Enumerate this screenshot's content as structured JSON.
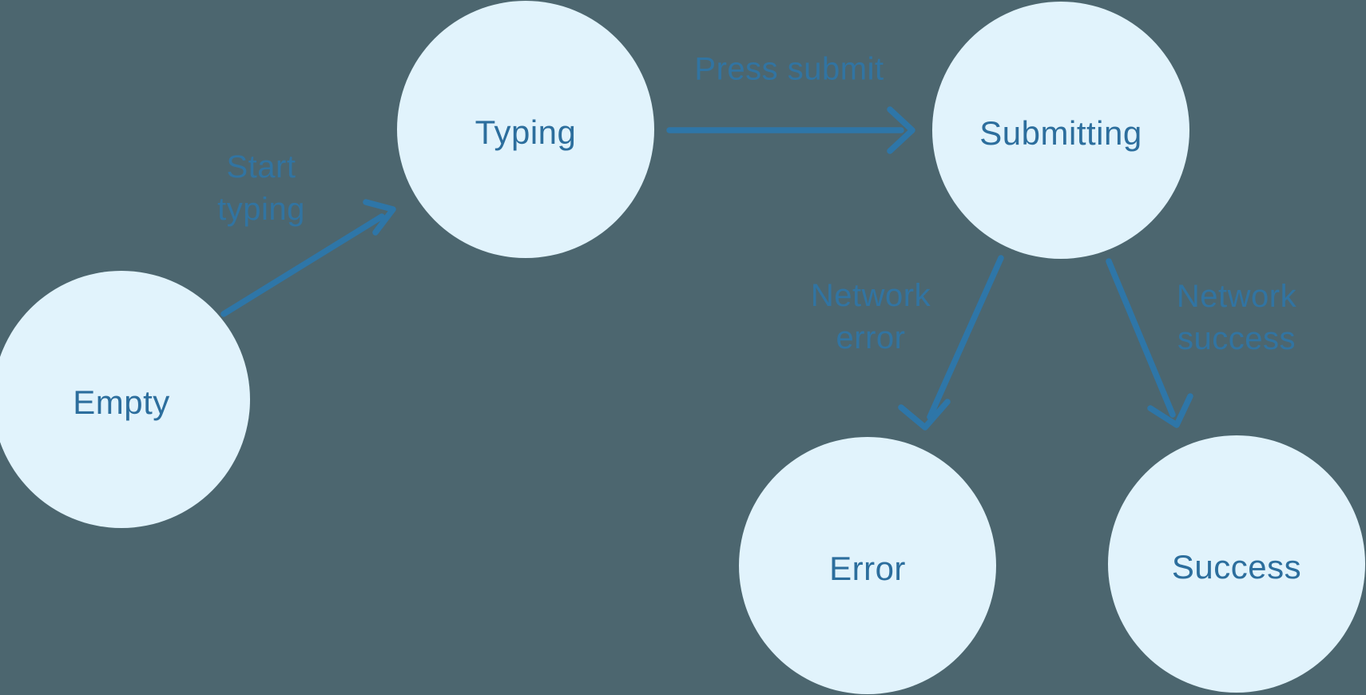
{
  "diagram": {
    "type": "state-machine",
    "nodes": [
      {
        "id": "empty",
        "label": "Empty"
      },
      {
        "id": "typing",
        "label": "Typing"
      },
      {
        "id": "submitting",
        "label": "Submitting"
      },
      {
        "id": "error",
        "label": "Error"
      },
      {
        "id": "success",
        "label": "Success"
      }
    ],
    "edges": [
      {
        "from": "empty",
        "to": "typing",
        "label": "Start typing"
      },
      {
        "from": "typing",
        "to": "submitting",
        "label": "Press submit"
      },
      {
        "from": "submitting",
        "to": "error",
        "label": "Network error"
      },
      {
        "from": "submitting",
        "to": "success",
        "label": "Network success"
      }
    ],
    "colors": {
      "background": "#4C666F",
      "node_fill": "#E1F3FC",
      "node_text": "#2C6E9D",
      "edge": "#2E76A8",
      "edge_label": "#3174A2"
    }
  }
}
